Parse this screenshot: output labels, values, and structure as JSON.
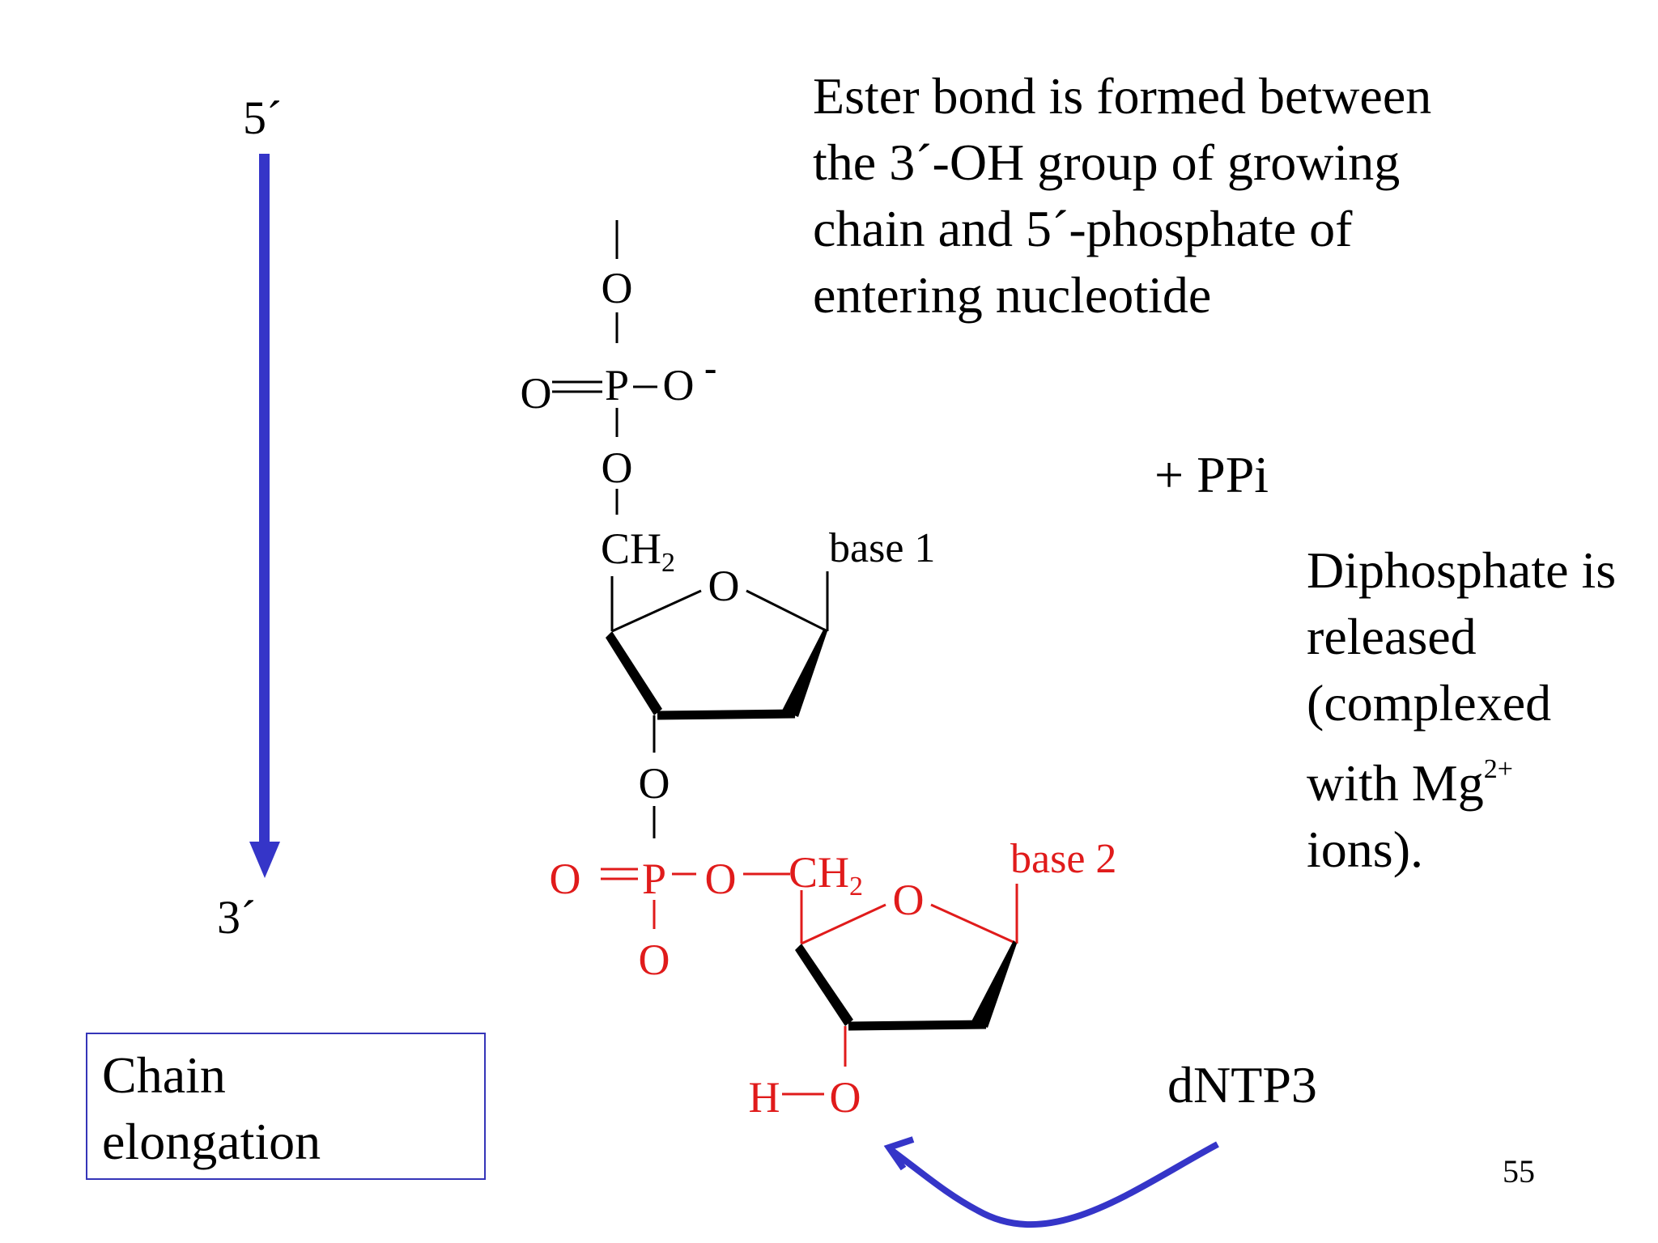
{
  "direction": {
    "start_label": "5´",
    "end_label": "3´"
  },
  "ester_note": {
    "lines": [
      "Ester bond is formed between",
      "the 3´-OH group of growing",
      "chain and 5´-phosphate of",
      "entering nucleotide"
    ]
  },
  "ppi_label": "+ PPi",
  "diphosphate_note": {
    "line1": "Diphosphate is",
    "line2": "released",
    "line3": "(complexed",
    "line4_prefix": "with Mg",
    "line4_sup": "2+",
    "line5": "ions)."
  },
  "molecule_top": {
    "o_top": "O",
    "o_double": "O",
    "p": "P",
    "o_minus": "O",
    "minus": "-",
    "o_bottom": "O",
    "ch2_c": "CH",
    "ch2_sub": "2",
    "ring_o": "O",
    "base_label": "base 1",
    "o_link": "O"
  },
  "molecule_bottom": {
    "o_double": "O",
    "p": "P",
    "o_bridge": "O",
    "ch2_c": "CH",
    "ch2_sub": "2",
    "o_below_p": "O",
    "ring_o": "O",
    "base_label": "base 2",
    "h": "H",
    "oh_o": "O"
  },
  "dntp_label": "dNTP3",
  "info_box": {
    "line1": "Chain",
    "line2": "elongation"
  },
  "page_number": "55",
  "colors": {
    "arrow_blue": "#3535c8",
    "reaction_red": "#e01b1b",
    "ink": "#000000"
  }
}
